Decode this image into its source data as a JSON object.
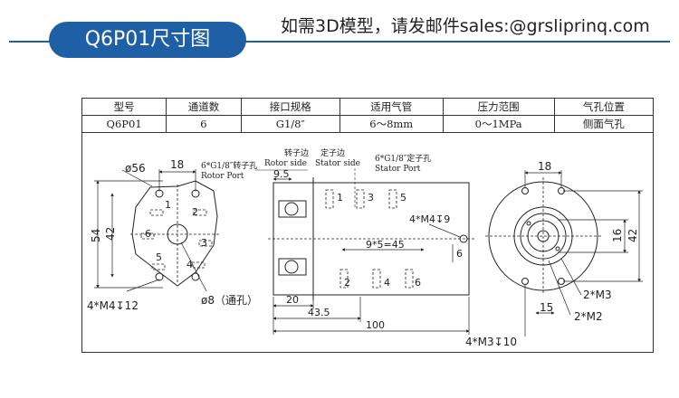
{
  "header": {
    "title": "Q6P01尺寸图",
    "note": "如需3D模型，请发邮件sales:@grsliprinq.com"
  },
  "spec_table": {
    "headers": [
      "型号",
      "通道数",
      "接口规格",
      "适用气管",
      "压力范围",
      "气孔位置"
    ],
    "row": [
      "Q6P01",
      "6",
      "G1/8″",
      "6～8mm",
      "0～1MPa",
      "侧面气孔"
    ]
  },
  "left_view": {
    "dia_outer": "ø56",
    "dim_18": "18",
    "dim_54": "54",
    "dim_42": "42",
    "ports": [
      "1",
      "2",
      "3",
      "4",
      "5",
      "6"
    ],
    "holes_callout": "4*M4↧12",
    "bore_callout": "ø8（通孔）"
  },
  "side_view": {
    "rotor_port_cn": "6*G1/8″转子孔",
    "rotor_port_en": "Rotor Port",
    "rotor_side_cn": "转子边",
    "stator_side_cn": "定子边",
    "rotor_side_en": "Rotor side",
    "stator_side_en": "Stator side",
    "stator_port_cn": "6*G1/8″定子孔",
    "stator_port_en": "Stator Port",
    "dim_9_5": "9.5",
    "dim_m4": "4*M4↧9",
    "dim_pitch": "9*5=45",
    "dim_6": "6",
    "dim_20": "20",
    "dim_43_5": "43.5",
    "dim_100": "100",
    "ports_top": [
      "1",
      "3",
      "5"
    ],
    "ports_bottom": [
      "2",
      "4",
      "6"
    ]
  },
  "right_view": {
    "dim_18": "18",
    "dim_16": "16",
    "dim_42": "42",
    "dim_15": "15",
    "m3_2": "2*M3",
    "m2_2": "2*M2",
    "m3_4": "4*M3↧10"
  }
}
